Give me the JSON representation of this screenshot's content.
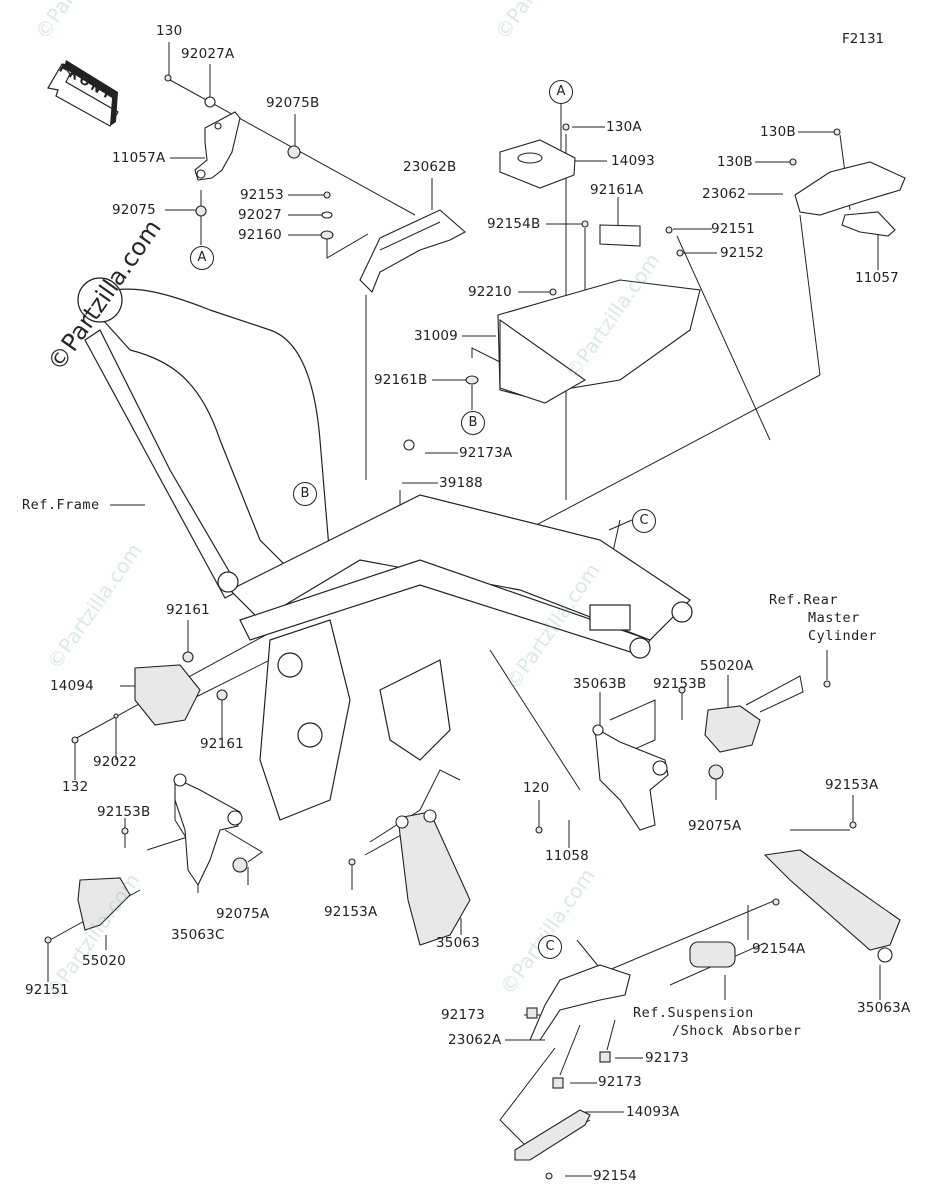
{
  "figure_code": "F2131",
  "front_arrow": {
    "label": "FRONT",
    "icon": "front-direction-arrow-icon"
  },
  "callouts": {
    "a1": "A",
    "a2": "A",
    "b1": "B",
    "b2": "B",
    "c1": "C",
    "c2": "C"
  },
  "parts": {
    "p130": "130",
    "p92027A": "92027A",
    "p92075B": "92075B",
    "p11057A": "11057A",
    "p92075": "92075",
    "p92153": "92153",
    "p92027": "92027",
    "p92160": "92160",
    "p23062B": "23062B",
    "p130A": "130A",
    "p14093": "14093",
    "p92161A": "92161A",
    "p92154B": "92154B",
    "p92151_top": "92151",
    "p92152": "92152",
    "p130B_1": "130B",
    "p130B_2": "130B",
    "p23062": "23062",
    "p11057": "11057",
    "p92210": "92210",
    "p31009": "31009",
    "p92161B": "92161B",
    "p92173A": "92173A",
    "p39188": "39188",
    "p92161_1": "92161",
    "p92161_2": "92161",
    "p14094": "14094",
    "p92022": "92022",
    "p132": "132",
    "p35063B": "35063B",
    "p92153B_r": "92153B",
    "p55020A": "55020A",
    "p92075A_r": "92075A",
    "p120": "120",
    "p11058": "11058",
    "p92153A_r": "92153A",
    "p92153B_l": "92153B",
    "p35063C": "35063C",
    "p92075A_l": "92075A",
    "p55020": "55020",
    "p92151_bot": "92151",
    "p92153A_m": "92153A",
    "p35063": "35063",
    "p92154A": "92154A",
    "p35063A": "35063A",
    "p92173_1": "92173",
    "p23062A": "23062A",
    "p92173_2": "92173",
    "p92173_3": "92173",
    "p14093A": "14093A",
    "p92154": "92154"
  },
  "references": {
    "frame": "Ref.Frame",
    "rear_master_1": "Ref.Rear",
    "rear_master_2": "Master",
    "rear_master_3": "Cylinder",
    "suspension_1": "Ref.Suspension",
    "suspension_2": "/Shock Absorber"
  },
  "watermarks": {
    "text": "©Partzilla.com",
    "short": "©Partz"
  }
}
